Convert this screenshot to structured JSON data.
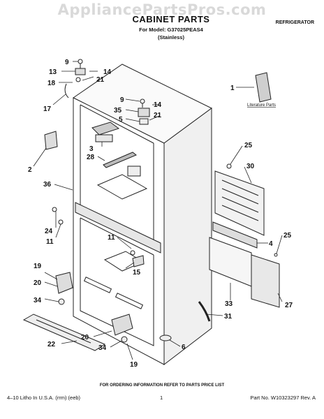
{
  "watermark": "AppliancePartsPros.com",
  "header": {
    "title": "CABINET PARTS",
    "model_line": "For Model: G37025PEAS4",
    "variant_line": "(Stainless)",
    "category": "REFRIGERATOR"
  },
  "literature_label": "Literature Parts",
  "callouts": {
    "c1": "1",
    "c2": "2",
    "c3": "3",
    "c4": "4",
    "c5": "5",
    "c6": "6",
    "c9a": "9",
    "c9b": "9",
    "c11a": "11",
    "c11b": "11",
    "c13": "13",
    "c14a": "14",
    "c14b": "14",
    "c15": "15",
    "c17": "17",
    "c18": "18",
    "c19a": "19",
    "c19b": "19",
    "c20a": "20",
    "c20b": "20",
    "c21a": "21",
    "c21b": "21",
    "c22": "22",
    "c24": "24",
    "c25a": "25",
    "c25b": "25",
    "c27": "27",
    "c28": "28",
    "c30": "30",
    "c31": "31",
    "c33": "33",
    "c34a": "34",
    "c34b": "34",
    "c35": "35",
    "c36": "36"
  },
  "footer": {
    "ordering_note": "FOR ORDERING INFORMATION REFER TO PARTS PRICE LIST",
    "litho": "4–10 Litho In U.S.A. (rrm) (eeb)",
    "page_number": "1",
    "part_no": "Part No. W10323297 Rev. A"
  }
}
